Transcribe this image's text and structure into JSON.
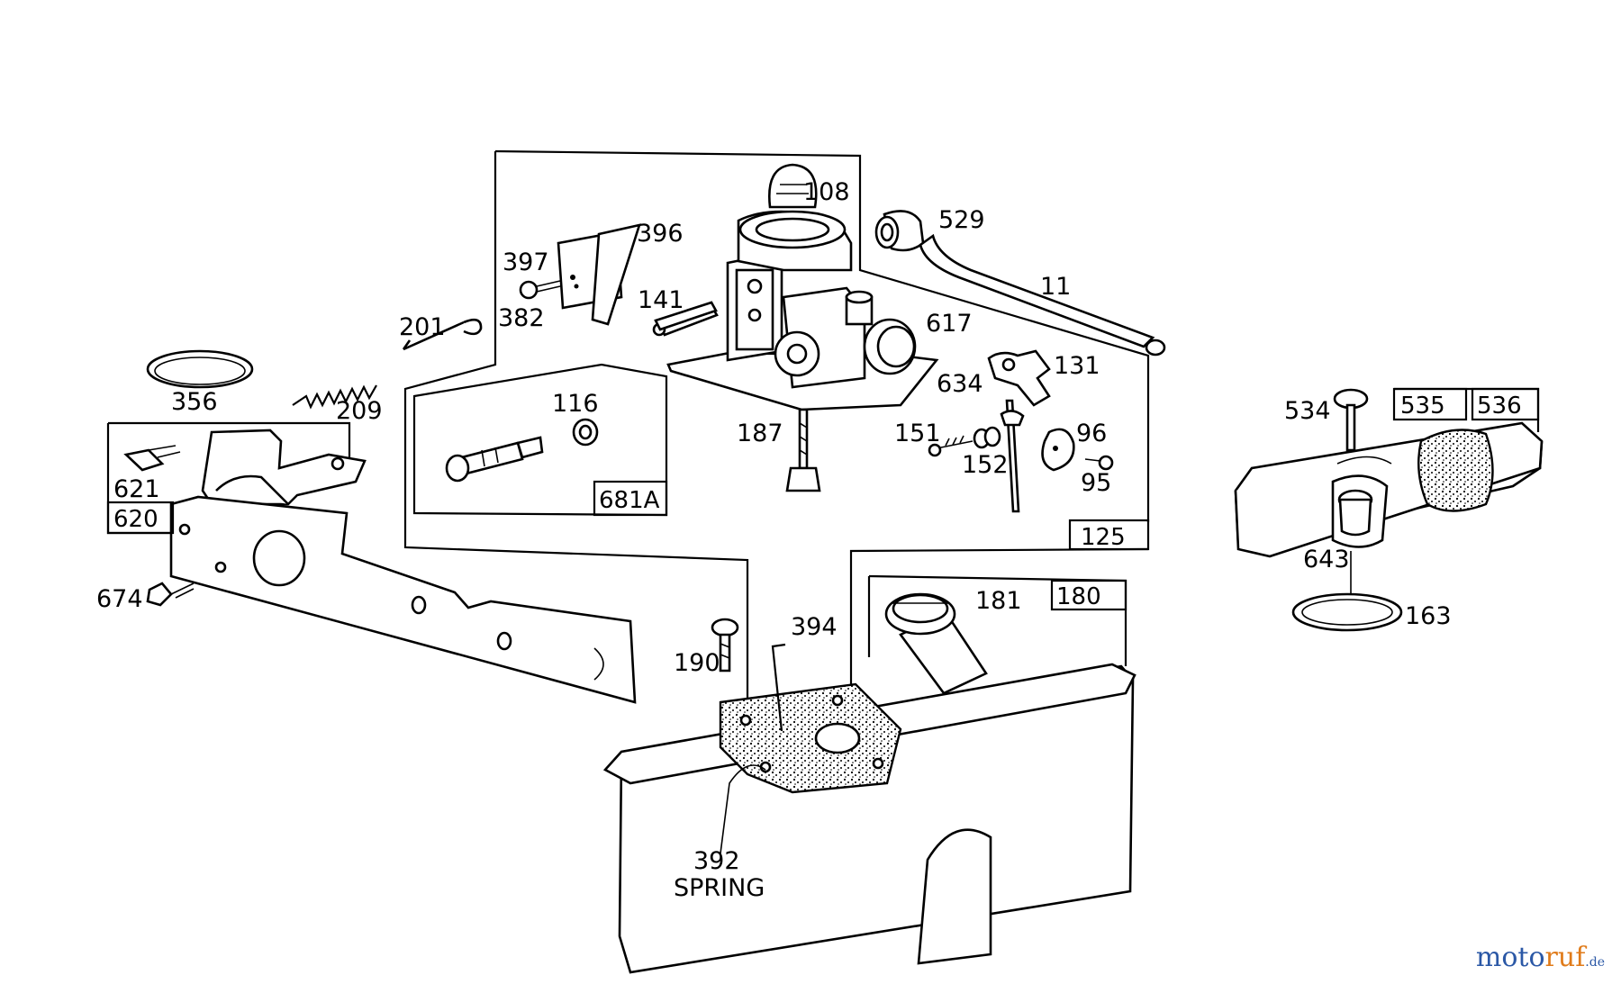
{
  "callouts": {
    "c108": "108",
    "c396": "396",
    "c397": "397",
    "c382": "382",
    "c201": "201",
    "c141": "141",
    "c529": "529",
    "c11": "11",
    "c617": "617",
    "c131": "131",
    "c634": "634",
    "c187": "187",
    "c151": "151",
    "c152": "152",
    "c96": "96",
    "c95": "95",
    "c116": "116",
    "c356": "356",
    "c209": "209",
    "c621": "621",
    "c674": "674",
    "c394": "394",
    "c181": "181",
    "c190": "190",
    "c392": "392",
    "spring": "SPRING",
    "c534": "534",
    "c643": "643",
    "c163": "163"
  },
  "boxed_labels": {
    "b681a": "681A",
    "b620": "620",
    "b125": "125",
    "b180": "180",
    "b535": "535",
    "b536": "536"
  },
  "watermark": {
    "part1": "moto",
    "part2": "ruf",
    "part3": ".de"
  },
  "colors": {
    "line": "#000000",
    "watermark_blue": "#2b58a6",
    "watermark_orange": "#e07b1a"
  }
}
